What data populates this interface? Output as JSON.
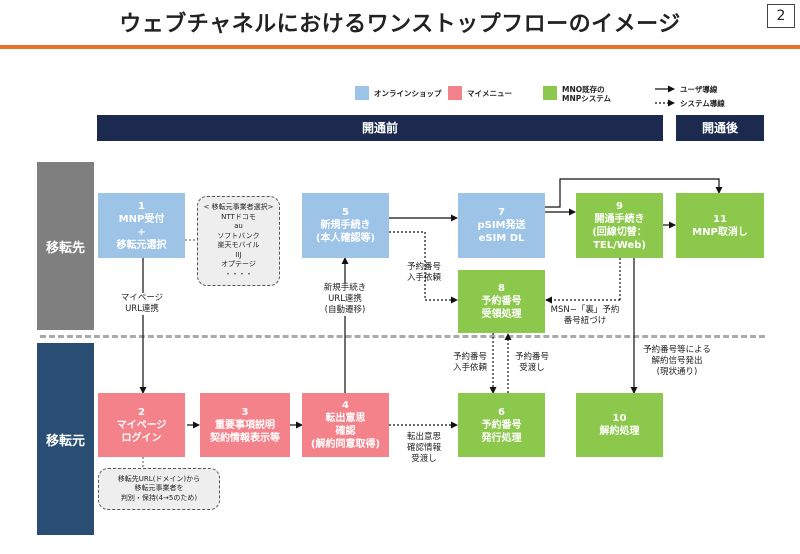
{
  "title": "ウェブチャネルにおけるワンストップフローのイメージ",
  "page_number": "2",
  "legend": {
    "online_shop": {
      "label": "オンラインショップ",
      "color": "#9dc3e6"
    },
    "my_menu": {
      "label": "マイメニュー",
      "color": "#f4828a"
    },
    "mno_system": {
      "label_line1": "MNO既存の",
      "label_line2": "MNPシステム",
      "color": "#8cc84b"
    },
    "user_flow": "ユーザ導線",
    "system_flow": "システム導線"
  },
  "phases": {
    "before": "開通前",
    "after": "開通後"
  },
  "sides": {
    "dest": "移転先",
    "source": "移転元"
  },
  "boxes": {
    "b1": {
      "line1": "1",
      "line2": "MNP受付",
      "line3": "+",
      "line4": "移転元選択"
    },
    "b2": {
      "line1": "2",
      "line2": "マイページ",
      "line3": "ログイン"
    },
    "b3": {
      "line1": "3",
      "line2": "重要事項説明",
      "line3": "契約情報表示等"
    },
    "b4": {
      "line1": "4",
      "line2": "転出意思",
      "line3": "確認",
      "line4": "(解約同意取得)"
    },
    "b5": {
      "line1": "5",
      "line2": "新規手続き",
      "line3": "(本人確認等)"
    },
    "b6": {
      "line1": "6",
      "line2": "予約番号",
      "line3": "発行処理"
    },
    "b7": {
      "line1": "7",
      "line2": "pSIM発送",
      "line3": "eSIM DL"
    },
    "b8": {
      "line1": "8",
      "line2": "予約番号",
      "line3": "受領処理"
    },
    "b9": {
      "line1": "9",
      "line2": "開通手続き",
      "line3": "(回線切替：",
      "line4": "TEL/Web)"
    },
    "b10": {
      "line1": "10",
      "line2": "解約処理"
    },
    "b11": {
      "line1": "11",
      "line2": "MNP取消し"
    }
  },
  "notes": {
    "carrier": {
      "line1": "< 移転元事業者選択>",
      "line2": "NTTドコモ",
      "line3": "au",
      "line4": "ソフトバンク",
      "line5": "楽天モバイル",
      "line6": "IIJ",
      "line7": "オプテージ",
      "line8": "・・・・"
    },
    "url": {
      "line1": "移転先URL(ドメイン)から",
      "line2": "移転元事業者を",
      "line3": "判別・保持(4→5のため)"
    }
  },
  "labels": {
    "mypage_url": {
      "line1": "マイページ",
      "line2": "URL連携"
    },
    "new_url": {
      "line1": "新規手続き",
      "line2": "URL連携",
      "line3": "(自動遷移)"
    },
    "req_num": {
      "line1": "予約番号",
      "line2": "入手依頼"
    },
    "msn": {
      "line1": "MSN−「裏」予約",
      "line2": "番号紐づけ"
    },
    "req_num2": {
      "line1": "予約番号",
      "line2": "入手依頼"
    },
    "pass_num": {
      "line1": "予約番号",
      "line2": "受渡し"
    },
    "transfer_info": {
      "line1": "転出意思",
      "line2": "確認情報",
      "line3": "受渡し"
    },
    "cancel_signal": {
      "line1": "予約番号等による",
      "line2": "解約信号発出",
      "line3": "(現状通り)"
    }
  }
}
